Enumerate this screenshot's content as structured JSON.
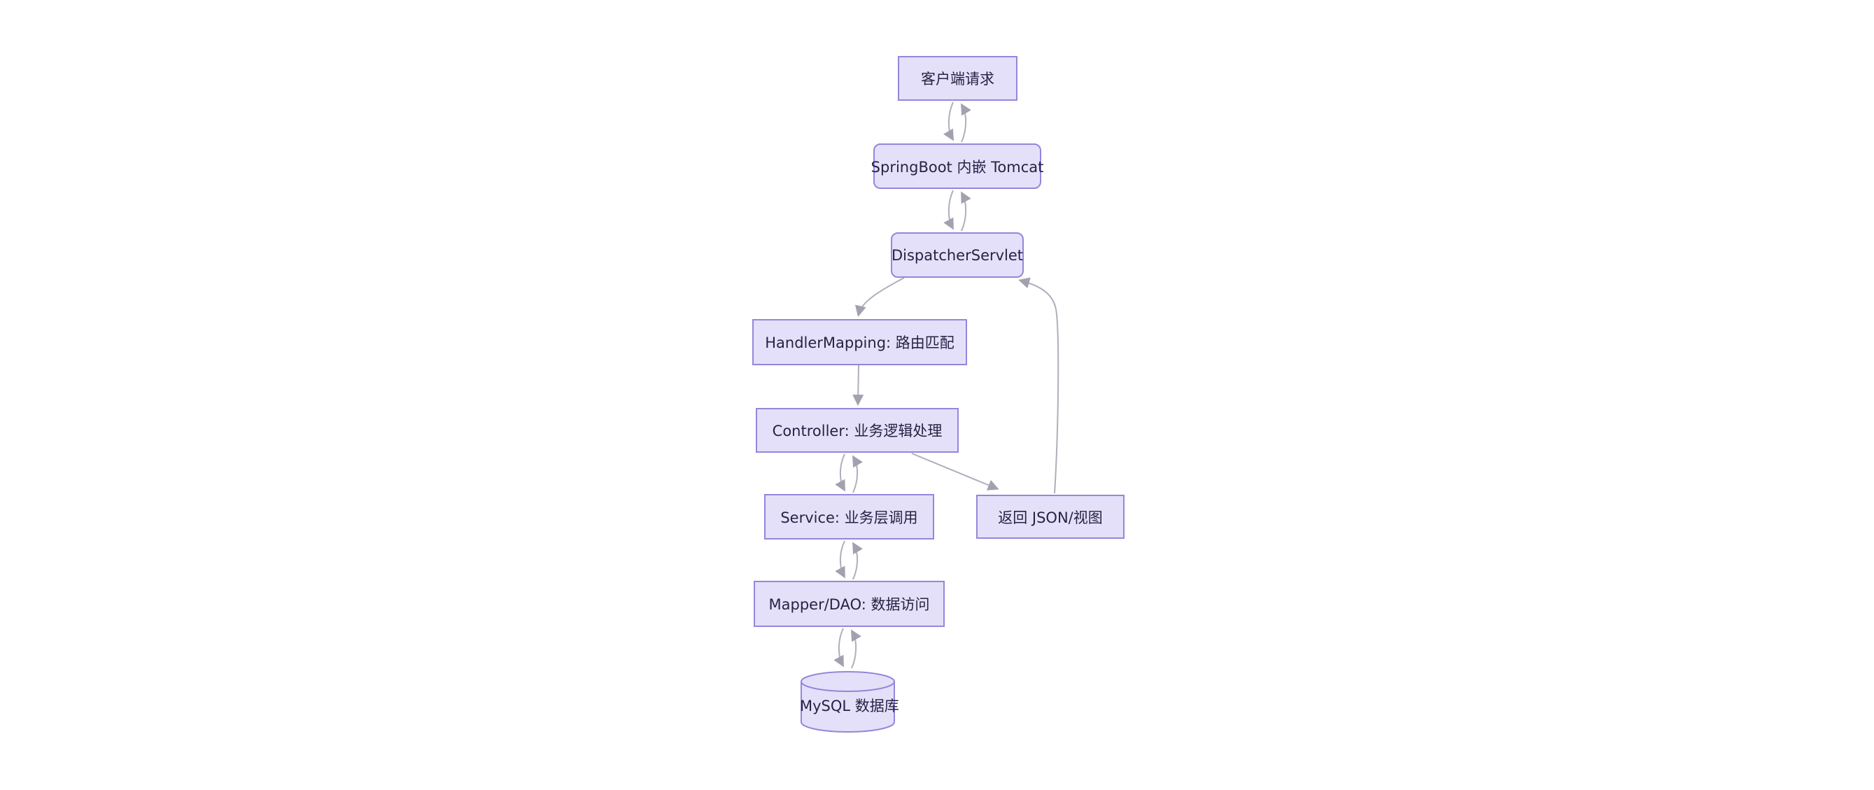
{
  "diagram": {
    "title": "SpringBoot request flow diagram",
    "colors": {
      "node_fill": "#e5e0f9",
      "node_border": "#9287dc",
      "node_text": "#262244",
      "edge_line": "#b0aeba",
      "edge_arrowhead": "#a3a1af",
      "background": "#ffffff"
    },
    "nodes": [
      {
        "id": "client",
        "label": "客户端请求",
        "shape": "rect"
      },
      {
        "id": "tomcat",
        "label": "SpringBoot 内嵌 Tomcat",
        "shape": "rounded"
      },
      {
        "id": "dispatcher",
        "label": "DispatcherServlet",
        "shape": "rounded"
      },
      {
        "id": "handler_mapping",
        "label": "HandlerMapping: 路由匹配",
        "shape": "rect"
      },
      {
        "id": "controller",
        "label": "Controller: 业务逻辑处理",
        "shape": "rect"
      },
      {
        "id": "service",
        "label": "Service: 业务层调用",
        "shape": "rect"
      },
      {
        "id": "return_view",
        "label": "返回 JSON/视图",
        "shape": "rect"
      },
      {
        "id": "mapper_dao",
        "label": "Mapper/DAO: 数据访问",
        "shape": "rect"
      },
      {
        "id": "mysql",
        "label": "MySQL 数据库",
        "shape": "cylinder"
      }
    ],
    "edges": [
      {
        "from": "client",
        "to": "tomcat",
        "bidirectional": true
      },
      {
        "from": "tomcat",
        "to": "dispatcher",
        "bidirectional": true
      },
      {
        "from": "dispatcher",
        "to": "handler_mapping",
        "bidirectional": false
      },
      {
        "from": "handler_mapping",
        "to": "controller",
        "bidirectional": false
      },
      {
        "from": "controller",
        "to": "service",
        "bidirectional": true
      },
      {
        "from": "service",
        "to": "mapper_dao",
        "bidirectional": true
      },
      {
        "from": "mapper_dao",
        "to": "mysql",
        "bidirectional": true
      },
      {
        "from": "controller",
        "to": "return_view",
        "bidirectional": false
      },
      {
        "from": "return_view",
        "to": "dispatcher",
        "bidirectional": false
      }
    ]
  }
}
